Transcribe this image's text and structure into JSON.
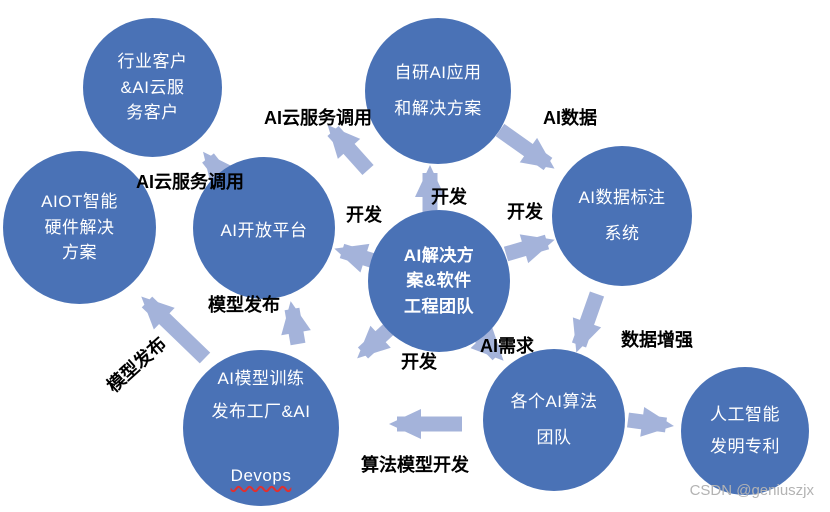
{
  "diagram": {
    "nodes": {
      "industry_customers": {
        "label": "行业客户\n&AI云服\n务客户"
      },
      "self_ai_apps": {
        "label": "自研AI应用\n和解决方案"
      },
      "aiot": {
        "label": "AIOT智能\n硬件解决\n方案"
      },
      "open_platform": {
        "label": "AI开放平台"
      },
      "core_team": {
        "label": "AI解决方\n案&软件\n工程团队"
      },
      "data_annotation": {
        "label": "AI数据标注\n系统"
      },
      "model_factory": {
        "label": "AI模型训练\n发布工厂&AI",
        "label2": "Devops"
      },
      "algorithm_teams": {
        "label": "各个AI算法\n团队"
      },
      "patents": {
        "label": "人工智能\n发明专利"
      }
    },
    "edge_labels": {
      "cloud_call_top": "AI云服务调用",
      "cloud_call_left": "AI云服务调用",
      "ai_data": "AI数据",
      "dev_top": "开发",
      "dev_left": "开发",
      "dev_right": "开发",
      "dev_bottom": "开发",
      "model_release_vertical": "模型发布",
      "model_release_diagonal": "模型发布",
      "ai_demand": "AI需求",
      "data_augment": "数据增强",
      "algo_model_dev": "算法模型开发"
    },
    "colors": {
      "node_fill": "#4a72b6",
      "node_text": "#ffffff",
      "arrow_fill": "#a4b3da",
      "label_color": "#000000"
    }
  },
  "watermark": "CSDN @geniuszjx"
}
